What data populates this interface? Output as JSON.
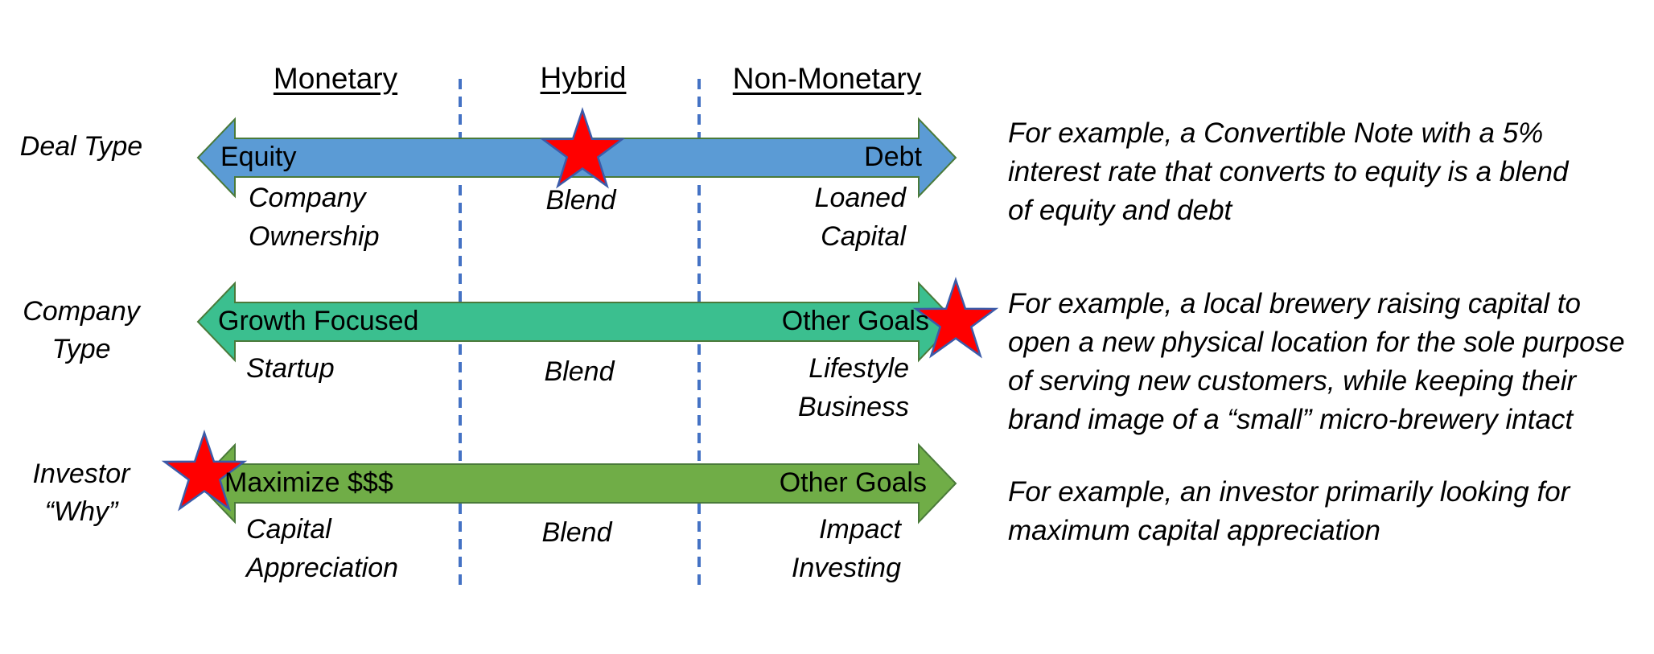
{
  "colors": {
    "deal_arrow": "#5b9bd5",
    "company_arrow": "#3bbf8f",
    "investor_arrow": "#70ad47",
    "arrow_outline": "#4a7a3a",
    "star_fill": "#ff0000",
    "star_outline": "#3b5ba9",
    "divider": "#4472c4"
  },
  "columns": [
    "Monetary",
    "Hybrid",
    "Non-Monetary"
  ],
  "rows": [
    {
      "label": [
        "Deal Type"
      ],
      "left_text": "Equity",
      "right_text": "Debt",
      "left_sub": [
        "Company",
        "Ownership"
      ],
      "middle_sub": [
        "Blend"
      ],
      "right_sub": [
        "Loaned",
        "Capital"
      ],
      "example": [
        "For example, a Convertible Note with a 5%",
        "interest rate that converts to equity is a blend",
        "of equity and debt"
      ],
      "star_position": "middle"
    },
    {
      "label": [
        "Company",
        "Type"
      ],
      "left_text": "Growth Focused",
      "right_text": "Other Goals",
      "left_sub": [
        "Startup"
      ],
      "middle_sub": [
        "Blend"
      ],
      "right_sub": [
        "Lifestyle",
        "Business"
      ],
      "example": [
        "For example, a local brewery raising capital to",
        "open a new physical location for the sole purpose",
        "of serving new customers, while keeping their",
        "brand image of a “small” micro-brewery intact"
      ],
      "star_position": "right"
    },
    {
      "label": [
        "Investor",
        "“Why”"
      ],
      "left_text": "Maximize $$$",
      "right_text": "Other Goals",
      "left_sub": [
        "Capital",
        "Appreciation"
      ],
      "middle_sub": [
        "Blend"
      ],
      "right_sub": [
        "Impact",
        "Investing"
      ],
      "example": [
        "For example, an investor primarily looking for",
        "maximum capital appreciation"
      ],
      "star_position": "left"
    }
  ]
}
